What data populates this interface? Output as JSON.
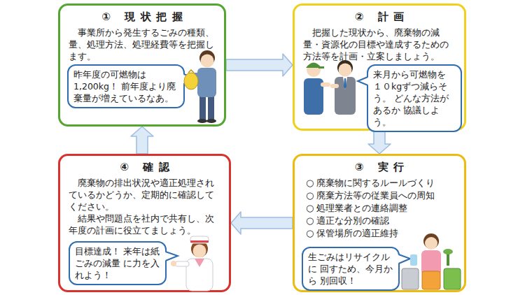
{
  "diagram": {
    "nodes": [
      {
        "text": [
          "① 現状把握",
          "事業所から発生するごみの種類、量、処理方法、処理経費等を把握します。"
        ]
      },
      {
        "text": [
          "昨年度の可燃物は 1,200kg！ 前年度より廃棄量が増えているなあ。"
        ],
        "in": 0
      },
      {
        "text": [
          "② 計画",
          "把握した現状から、廃棄物の減量・資源化の目標や達成するための方法等を計画・立案しましょう。"
        ]
      },
      {
        "text": [
          "来月から可燃物を １０kgずつ減らそう。 どんな方法があるか 協議しよう。"
        ],
        "in": 2
      },
      {
        "text": [
          "③ 実行",
          "○ 廃棄物に関するルールづくり",
          "○ 廃棄方法等の従業員への周知",
          "○ 処理業者との連絡調整",
          "○ 適正な分別の確認",
          "○ 保管場所の適正維持"
        ]
      },
      {
        "text": [
          "生ごみはリサイクルに 回すため、今月から 別回収！"
        ],
        "in": 4
      },
      {
        "text": [
          "④ 確認",
          "廃棄物の排出状況や適正処理されているかどうか、定期的に確認してください。",
          "結果や問題点を社内で共有し、次年度の計画に役立てましょう。"
        ]
      },
      {
        "text": [
          "目標達成！ 来年は紙ごみの減量 に力を入れよう！"
        ],
        "in": 6
      }
    ],
    "edges": [
      {
        "from": 0,
        "to": 2,
        "arrow": "to"
      },
      {
        "from": 2,
        "to": 4,
        "arrow": "to"
      },
      {
        "from": 4,
        "to": 6,
        "arrow": "to"
      },
      {
        "from": 6,
        "to": 0,
        "arrow": "to"
      }
    ]
  }
}
